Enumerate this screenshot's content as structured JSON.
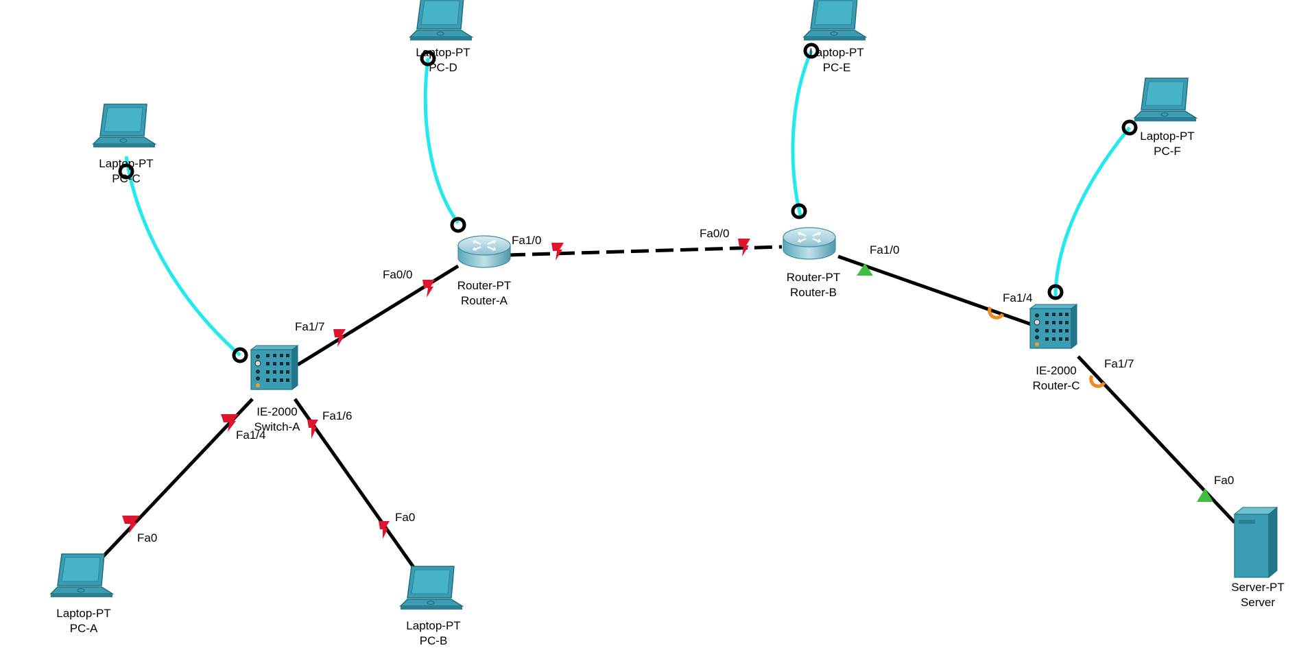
{
  "colors": {
    "wireless": "#22e8f0",
    "copper": "#000000",
    "link_down": "#e0142c",
    "link_up": "#3fbf3f",
    "link_pending": "#f08a1c",
    "device_teal": "#3a9db3"
  },
  "devices": [
    {
      "id": "pc-c",
      "icon": "laptop-icon",
      "model": "Laptop-PT",
      "name": "PC-C"
    },
    {
      "id": "pc-d",
      "icon": "laptop-icon",
      "model": "Laptop-PT",
      "name": "PC-D"
    },
    {
      "id": "pc-e",
      "icon": "laptop-icon",
      "model": "Laptop-PT",
      "name": "PC-E"
    },
    {
      "id": "pc-f",
      "icon": "laptop-icon",
      "model": "Laptop-PT",
      "name": "PC-F"
    },
    {
      "id": "router-a",
      "icon": "router-icon",
      "model": "Router-PT",
      "name": "Router-A"
    },
    {
      "id": "router-b",
      "icon": "router-icon",
      "model": "Router-PT",
      "name": "Router-B"
    },
    {
      "id": "switch-a",
      "icon": "industrial-switch-icon",
      "model": "IE-2000",
      "name": "Switch-A"
    },
    {
      "id": "router-c",
      "icon": "industrial-switch-icon",
      "model": "IE-2000",
      "name": "Router-C"
    },
    {
      "id": "pc-a",
      "icon": "laptop-icon",
      "model": "Laptop-PT",
      "name": "PC-A"
    },
    {
      "id": "pc-b",
      "icon": "laptop-icon",
      "model": "Laptop-PT",
      "name": "PC-B"
    },
    {
      "id": "server",
      "icon": "server-icon",
      "model": "Server-PT",
      "name": "Server"
    }
  ],
  "links": [
    {
      "from": "pc-c",
      "to": "switch-a",
      "type": "wireless"
    },
    {
      "from": "pc-d",
      "to": "router-a",
      "type": "wireless"
    },
    {
      "from": "pc-e",
      "to": "router-b",
      "type": "wireless"
    },
    {
      "from": "pc-f",
      "to": "router-c",
      "type": "wireless"
    },
    {
      "from": "switch-a",
      "to": "router-a",
      "type": "copper",
      "from_port": "Fa1/7",
      "to_port": "Fa0/0",
      "from_state": "down",
      "to_state": "down"
    },
    {
      "from": "router-a",
      "to": "router-b",
      "type": "crossover",
      "from_port": "Fa1/0",
      "to_port": "Fa0/0",
      "from_state": "down",
      "to_state": "down"
    },
    {
      "from": "router-b",
      "to": "router-c",
      "type": "copper",
      "from_port": "Fa1/0",
      "to_port": "Fa1/4",
      "from_state": "up",
      "to_state": "pending"
    },
    {
      "from": "switch-a",
      "to": "pc-a",
      "type": "copper",
      "from_port": "Fa1/4",
      "to_port": "Fa0",
      "from_state": "down",
      "to_state": "down"
    },
    {
      "from": "switch-a",
      "to": "pc-b",
      "type": "copper",
      "from_port": "Fa1/6",
      "to_port": "Fa0",
      "from_state": "down",
      "to_state": "down"
    },
    {
      "from": "router-c",
      "to": "server",
      "type": "copper",
      "from_port": "Fa1/7",
      "to_port": "Fa0",
      "from_state": "pending",
      "to_state": "up"
    }
  ]
}
